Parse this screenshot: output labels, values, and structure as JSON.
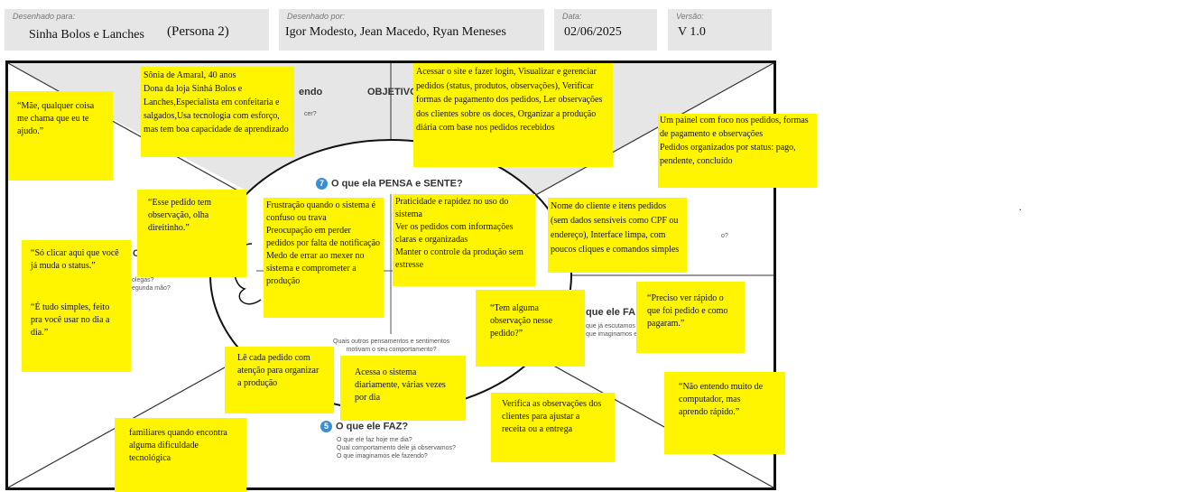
{
  "header": {
    "designed_for": {
      "label": "Desenhado para:",
      "value": "Sinha Bolos e Lanches",
      "persona": "(Persona 2)"
    },
    "designed_by": {
      "label": "Desenhado por:",
      "value": "Igor Modesto, Jean Macedo, Ryan Meneses"
    },
    "date": {
      "label": "Data:",
      "value": "02/06/2025"
    },
    "version": {
      "label": "Versão:",
      "value": "V 1.0"
    }
  },
  "map": {
    "top_left_title": "endo",
    "top_left_sub": "cer?",
    "objective_title": "OBJETIVO",
    "center_title": "O que ela PENSA e SENTE?",
    "center_num": "7",
    "center_sub": "Quais outros pensamentos e sentimentos\nmotivam o seu comportamento?",
    "left_title": "C",
    "left_sub": "olegas?\negunda mão?",
    "right_num_text": "o?",
    "right_title": "que ele FA",
    "right_sub": "que já escutamos e\nque imaginamos el",
    "bottom_num": "5",
    "bottom_title": "O que ele FAZ?",
    "bottom_sub": "O que ele faz hoje me dia?\nQual comportamento dele já observamos?\nO que imaginamos ele fazendo?"
  },
  "notes": {
    "persona": "Sônia de Amaral, 40 anos\nDona da loja Sinhá Bolos e Lanches,Especialista em confeitaria e salgados,Usa tecnologia com esforço, mas tem boa capacidade de aprendizado",
    "objective": "Acessar o site e fazer login, Visualizar e gerenciar pedidos (status, produtos, observações), Verificar formas de pagamento dos pedidos, Ler observações dos clientes sobre os doces, Organizar a produção diária com base nos pedidos recebidos",
    "panel": "Um painel com foco nos pedidos, formas de pagamento e observações\nPedidos organizados por status: pago, pendente, concluído",
    "mae": "“Mãe, qualquer coisa me chama que eu te ajudo.”",
    "pedido": "“Esse pedido tem observação, olha direitinho.”",
    "clicar": "“Só clicar aqui que você já muda o status.”",
    "simples": "“É tudo simples, feito pra você usar no dia a dia.”",
    "frustracao": "Frustração quando o sistema é confuso ou trava\nPreocupação em perder pedidos por falta de notificação\nMedo de errar ao mexer no sistema e comprometer a produção",
    "praticidade": "Praticidade e rapidez no uso do sistema\nVer os pedidos com informações claras e organizadas\nManter o controle da produção sem estresse",
    "nome": "Nome do cliente e itens pedidos (sem dados sensíveis como CPF ou endereço), Interface limpa, com poucos cliques e comandos simples",
    "tem": "“Tem alguma observação nesse pedido?”",
    "preciso": "“Preciso ver rápido o que foi pedido e como pagaram.”",
    "le": "Lê cada pedido com atenção para organizar a produção",
    "acessa": "Acessa o sistema diariamente, várias vezes por dia",
    "verifica": "Verifica as observações dos clientes para ajustar a receita ou a entrega",
    "nao": "“Não entendo muito de computador, mas aprendo rápido.”",
    "familiares": "familiares quando encontra alguma dificuldade tecnológica"
  },
  "stray_mark": "."
}
